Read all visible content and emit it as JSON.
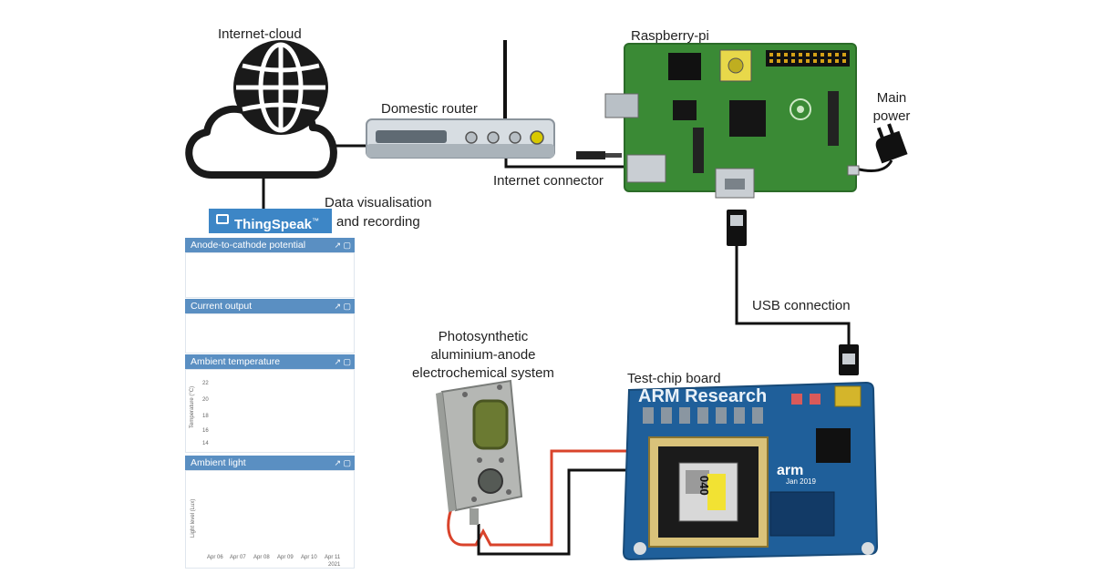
{
  "labels": {
    "internet_cloud": "Internet-cloud",
    "domestic_router": "Domestic router",
    "raspberry_pi": "Raspberry-pi",
    "main_power_1": "Main",
    "main_power_2": "power",
    "internet_connector": "Internet connector",
    "data_vis_1": "Data visualisation",
    "data_vis_2": "and recording",
    "usb_connection": "USB connection",
    "photo_1": "Photosynthetic",
    "photo_2": "aluminium-anode",
    "photo_3": "electrochemical system",
    "test_chip_board": "Test-chip board"
  },
  "thingspeak": {
    "brand": "ThingSpeak",
    "trademark": "™",
    "panels": [
      {
        "title": "Anode-to-cathode potential",
        "icon": "external-link-icon"
      },
      {
        "title": "Current output",
        "icon": "external-link-icon"
      },
      {
        "title": "Ambient temperature",
        "icon": "external-link-icon"
      },
      {
        "title": "Ambient light",
        "icon": "external-link-icon"
      }
    ],
    "temp_axis_label": "Temperature (°C)",
    "temp_ticks": [
      "22",
      "20",
      "18",
      "16",
      "14"
    ],
    "light_axis_label": "Light level (Lux)",
    "date_ticks": [
      "Apr 06",
      "Apr 07",
      "Apr 08",
      "Apr 09",
      "Apr 10",
      "Apr 11"
    ],
    "year": "2021"
  },
  "board": {
    "brand": "ARM Research",
    "chip_label": "040",
    "arm_logo": "arm",
    "date_mark": "Jan 2019"
  },
  "colors": {
    "cloud_stroke": "#1a1a1a",
    "rpi_green": "#3a8a35",
    "board_blue": "#1f5f9a",
    "wire_red": "#d9432b",
    "wire_black": "#111111",
    "chart_green": "#7dc86b",
    "chart_blue": "#3b78b0",
    "chart_red": "#d35a4c",
    "chart_magenta": "#cc33cc",
    "panel_header": "#5a8fc2"
  }
}
